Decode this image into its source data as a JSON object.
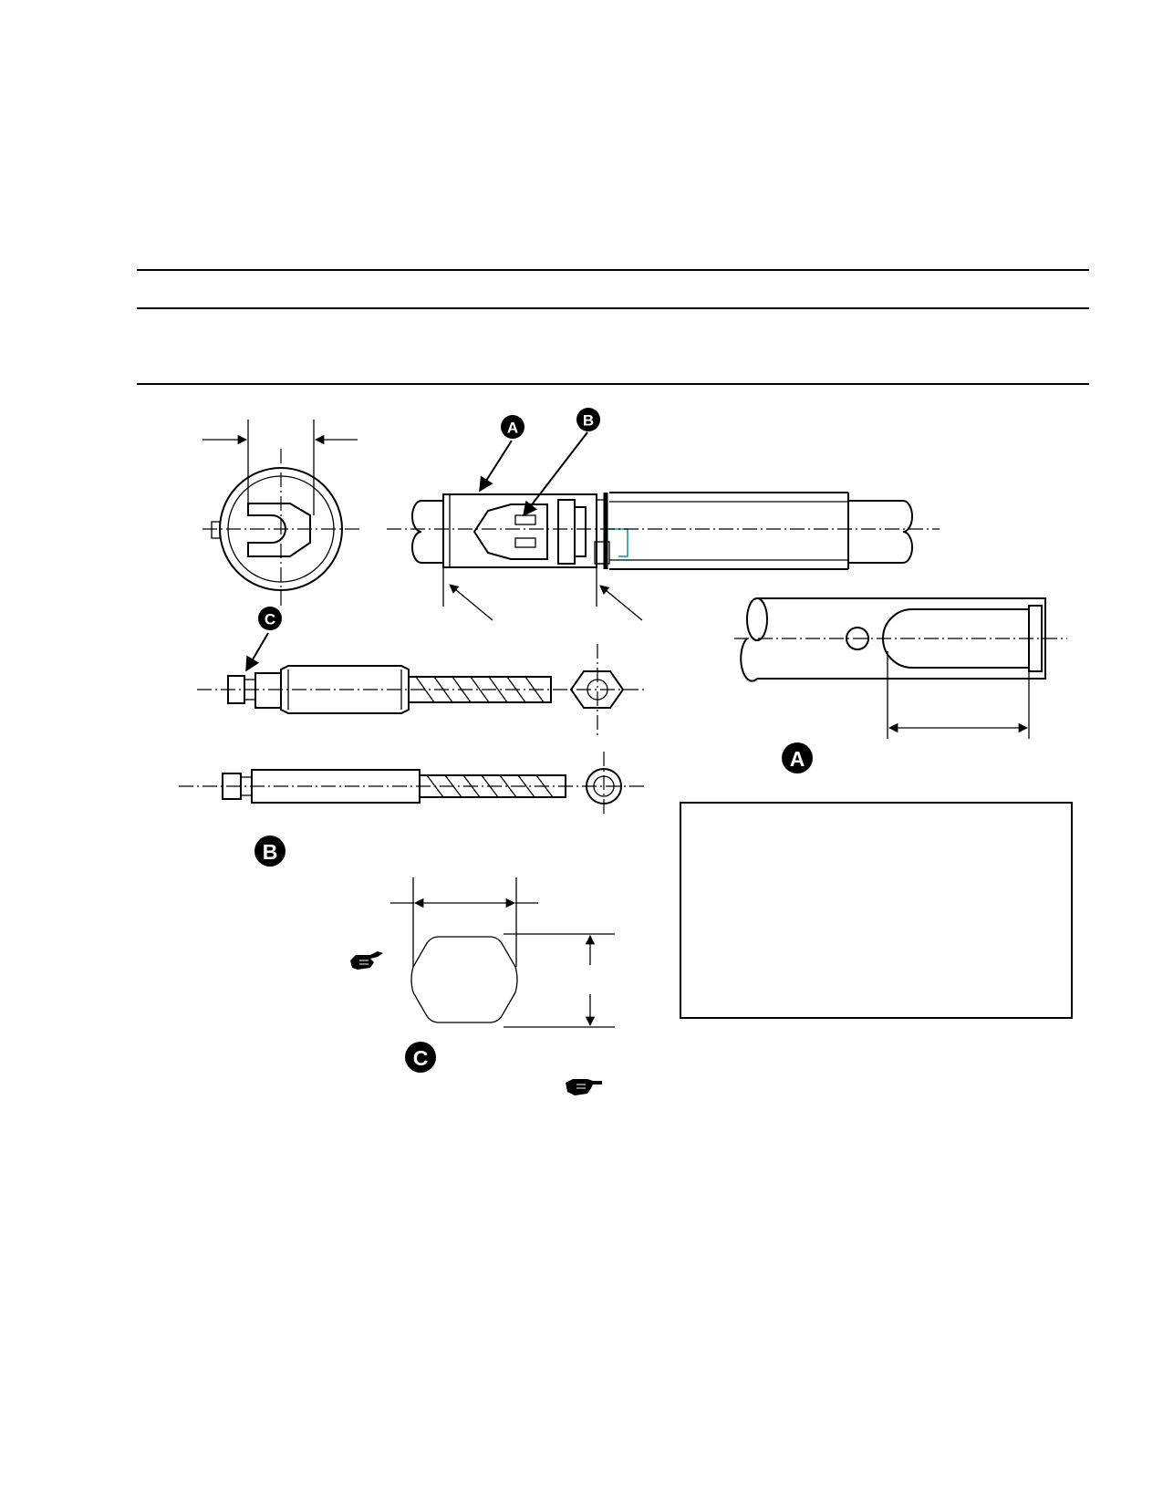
{
  "callouts": {
    "a_detail_pointer": "A",
    "b_detail_pointer": "B",
    "c_detail_pointer": "C",
    "a_detail_label": "A",
    "b_detail_label": "B",
    "c_detail_label": "C"
  },
  "icons": {
    "note_hand_1": "pointing-hand-icon",
    "note_hand_2": "pointing-hand-icon"
  },
  "colors": {
    "line": "#000000",
    "accent_cyan": "#0097a7",
    "background": "#ffffff"
  }
}
